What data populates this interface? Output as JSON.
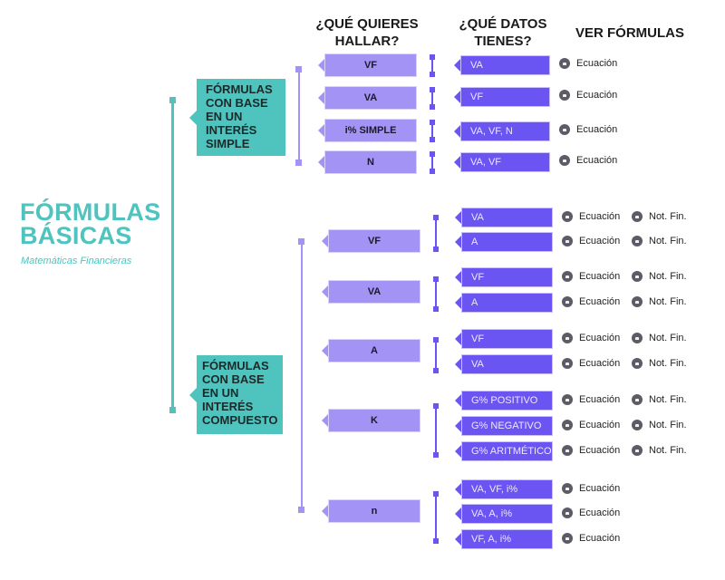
{
  "title": "FÓRMULAS BÁSICAS",
  "title_line1": "FÓRMULAS",
  "title_line2": "BÁSICAS",
  "subtitle": "Matemáticas Financieras",
  "headers": {
    "find": [
      "¿QUÉ QUIERES",
      "HALLAR?"
    ],
    "data": [
      "¿QUÉ DATOS",
      "TIENES?"
    ],
    "formulas": "VER FÓRMULAS"
  },
  "colors": {
    "teal": "#4fc3be",
    "lavender": "#a393f5",
    "purple": "#6b55f2",
    "icon": "#5c5c66"
  },
  "links": {
    "equation": "Ecuación",
    "notation": "Not. Fin."
  },
  "simple": {
    "label": [
      "FÓRMULAS",
      "CON BASE",
      "EN UN",
      "INTERÉS",
      "SIMPLE"
    ],
    "rows": [
      {
        "find": "VF",
        "data": [
          "VA"
        ]
      },
      {
        "find": "VA",
        "data": [
          "VF"
        ]
      },
      {
        "find": "i% SIMPLE",
        "data": [
          "VA, VF, N"
        ]
      },
      {
        "find": "N",
        "data": [
          "VA, VF"
        ]
      }
    ]
  },
  "compound": {
    "label": [
      "FÓRMULAS",
      "CON BASE",
      "EN UN",
      "INTERÉS",
      "COMPUESTO"
    ],
    "rows": [
      {
        "find": "VF",
        "data": [
          "VA",
          "A"
        ],
        "notation": true
      },
      {
        "find": "VA",
        "data": [
          "VF",
          "A"
        ],
        "notation": true
      },
      {
        "find": "A",
        "data": [
          "VF",
          "VA"
        ],
        "notation": true
      },
      {
        "find": "K",
        "data": [
          "G% POSITIVO",
          "G% NEGATIVO",
          "G% ARITMÉTICO"
        ],
        "notation": true
      },
      {
        "find": "n",
        "data": [
          "VA, VF, i%",
          "VA, A, i%",
          "VF, A, i%"
        ],
        "notation": false
      }
    ]
  }
}
